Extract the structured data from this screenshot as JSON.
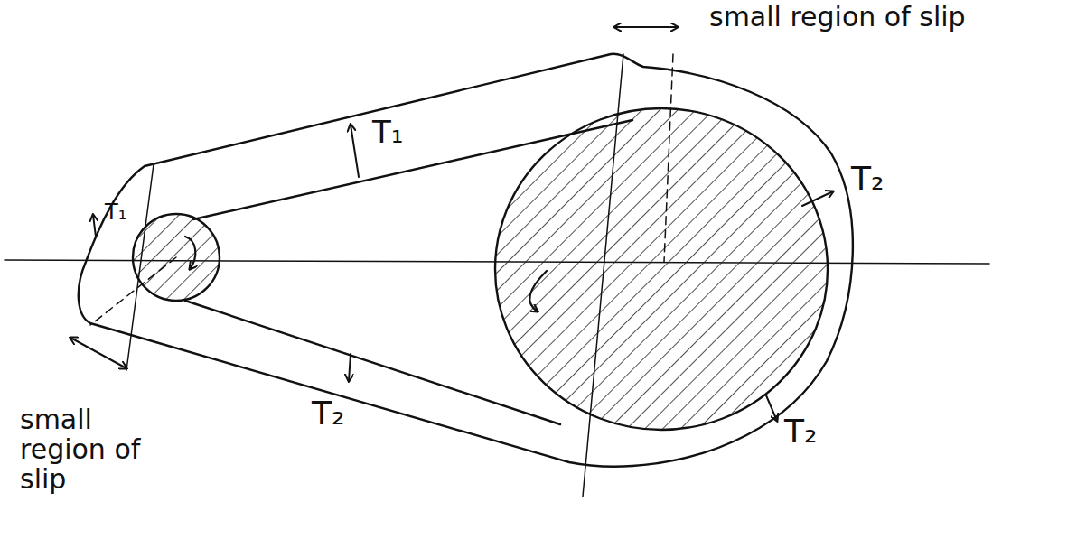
{
  "diagram": {
    "labels": [
      "small region of slip",
      "T₁",
      "T₁",
      "T₂",
      "T₂",
      "T₂",
      "small region of slip"
    ]
  }
}
